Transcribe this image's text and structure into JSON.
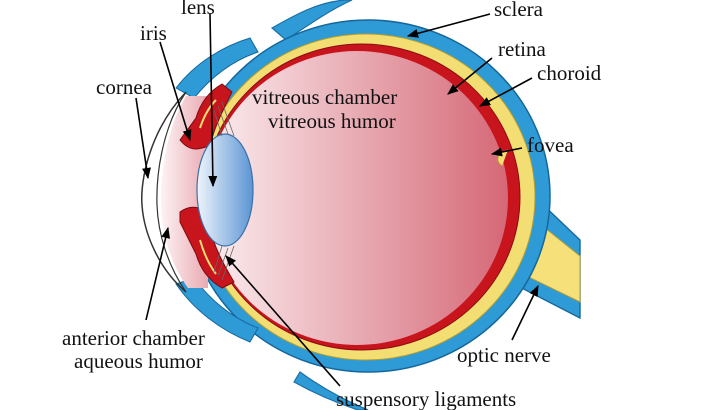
{
  "diagram": {
    "labels": {
      "lens": "lens",
      "iris": "iris",
      "cornea": "cornea",
      "sclera": "sclera",
      "retina": "retina",
      "choroid": "choroid",
      "fovea": "fovea",
      "vitreous_chamber": "vitreous chamber",
      "vitreous_humor": "vitreous humor",
      "anterior_chamber": "anterior chamber",
      "aqueous_humor": "aqueous humor",
      "optic_nerve": "optic nerve",
      "suspensory_ligaments": "suspensory ligaments"
    },
    "colors": {
      "sclera": "#2e9ad6",
      "retina": "#f2de72",
      "choroid": "#c8141c",
      "vitreous_light": "#fbeef0",
      "vitreous_dark": "#d56876",
      "lens_light": "#eef4fb",
      "lens_dark": "#5b95d4",
      "optic_nerve": "#f6e07a",
      "muscle": "#2e9ad6"
    }
  }
}
